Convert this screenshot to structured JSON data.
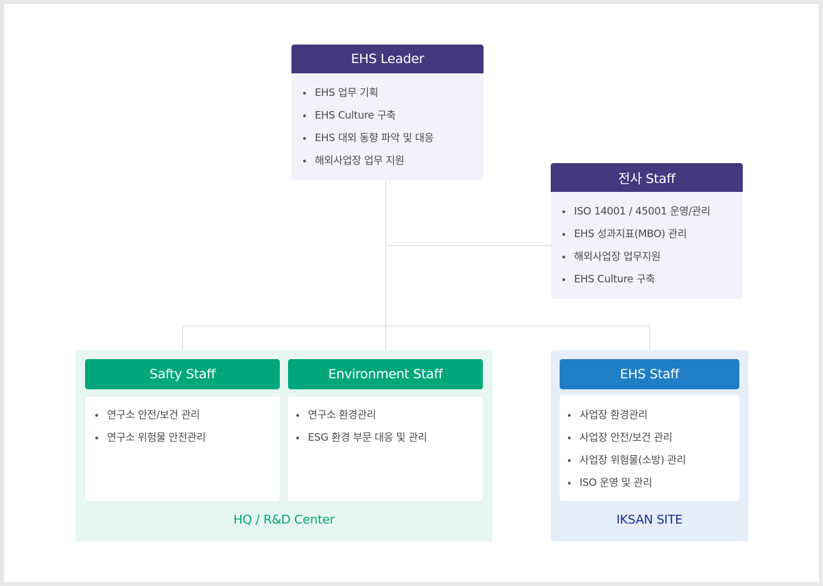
{
  "leader": {
    "title": "EHS Leader",
    "items": [
      "EHS 업무 기획",
      "EHS Culture 구축",
      "EHS 대외 동향 파악 및 대응",
      "해외사업장 업무 지원"
    ]
  },
  "corporate_staff": {
    "title": "전사 Staff",
    "items": [
      "ISO 14001 / 45001 운영/관리",
      "EHS 성과지표(MBO) 관리",
      "해외사업장 업무지원",
      "EHS Culture 구축"
    ]
  },
  "safety_staff": {
    "title": "Safty Staff",
    "items": [
      "연구소 안전/보건 관리",
      "연구소 위험물 안전관리"
    ]
  },
  "environment_staff": {
    "title": "Environment Staff",
    "items": [
      "연구소 환경관리",
      "ESG 환경 부문 대응 및 관리"
    ]
  },
  "ehs_staff": {
    "title": "EHS Staff",
    "items": [
      "사업장 환경관리",
      "사업장 안전/보건 관리",
      "사업장 위험물(소방) 관리",
      "ISO 운영 및 관리"
    ]
  },
  "groups": {
    "hq_label": "HQ / R&D Center",
    "site_label": "IKSAN SITE"
  },
  "colors": {
    "leader_head": "#42397f",
    "staff_green": "#00a77a",
    "staff_blue": "#1f7ec6",
    "hq_label": "#00a77a",
    "site_label": "#1a2f99"
  }
}
